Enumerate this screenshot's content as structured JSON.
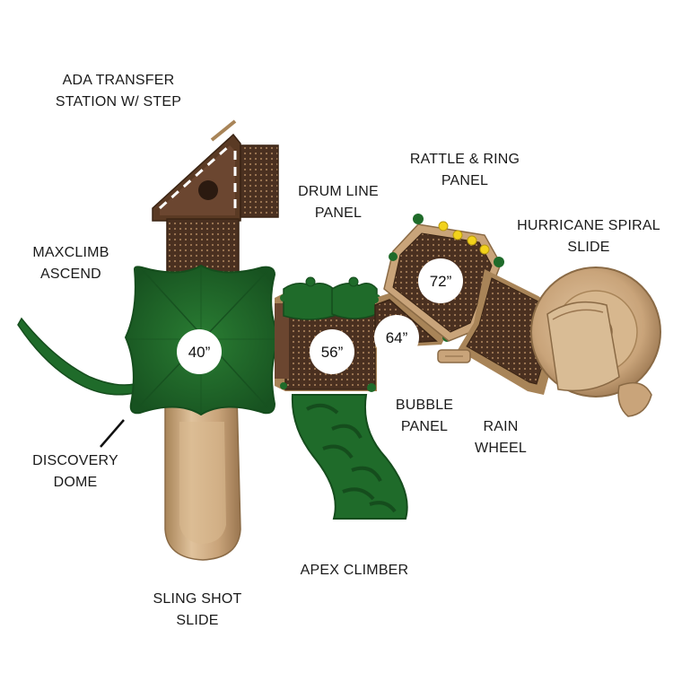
{
  "labels": {
    "ada_transfer": [
      "ADA TRANSFER",
      "STATION W/ STEP"
    ],
    "drum_line": [
      "DRUM LINE",
      "PANEL"
    ],
    "rattle_ring": [
      "RATTLE & RING",
      "PANEL"
    ],
    "hurricane": [
      "HURRICANE SPIRAL",
      "SLIDE"
    ],
    "maxclimb": [
      "MAXCLIMB",
      "ASCEND"
    ],
    "bubble": [
      "BUBBLE",
      "PANEL"
    ],
    "rain_wheel": [
      "RAIN",
      "WHEEL"
    ],
    "discovery": [
      "DISCOVERY",
      "DOME"
    ],
    "apex": [
      "APEX CLIMBER"
    ],
    "sling_shot": [
      "SLING SHOT",
      "SLIDE"
    ]
  },
  "deck_heights": {
    "deck_40": "40”",
    "deck_56": "56”",
    "deck_64": "64”",
    "deck_72": "72”"
  },
  "colors": {
    "green": "#1f6b2a",
    "green_dark": "#154d1d",
    "tan": "#c9a47a",
    "tan_dark": "#a88458",
    "brown": "#4a3020",
    "yellow": "#f2d21b"
  }
}
